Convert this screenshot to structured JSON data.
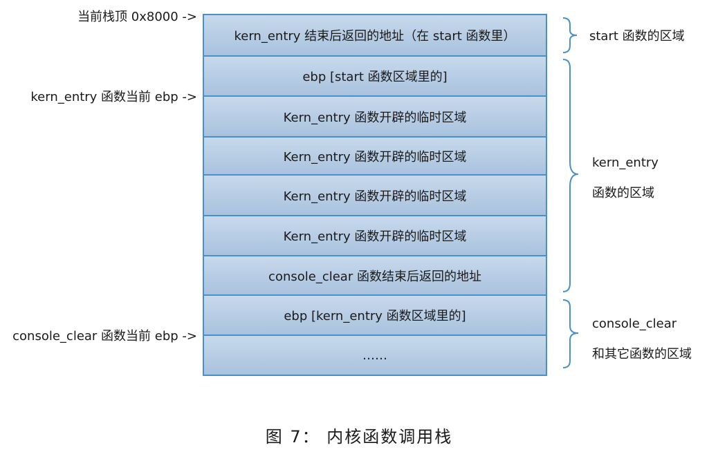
{
  "left_labels": {
    "stack_top": "当前栈顶 0x8000 ->",
    "kern_entry_ebp": "kern_entry 函数当前 ebp ->",
    "console_clear_ebp": "console_clear 函数当前 ebp ->"
  },
  "cells": [
    "kern_entry 结束后返回的地址（在 start 函数里）",
    "ebp [start 函数区域里的]",
    "Kern_entry 函数开辟的临时区域",
    "Kern_entry 函数开辟的临时区域",
    "Kern_entry 函数开辟的临时区域",
    "Kern_entry 函数开辟的临时区域",
    "console_clear 函数结束后返回的地址",
    "ebp [kern_entry 函数区域里的]",
    "……"
  ],
  "right_labels": {
    "start_region": "start 函数的区域",
    "kern_entry_line1": "kern_entry",
    "kern_entry_line2": "函数的区域",
    "console_clear_line1": "console_clear",
    "console_clear_line2": "和其它函数的区域"
  },
  "caption": "图 7： 内核函数调用栈",
  "colors": {
    "cell_fill_top": "#c7d9ec",
    "cell_fill_bottom": "#a9c2de",
    "cell_border": "#4a90c8",
    "brace": "#4a90c8"
  }
}
